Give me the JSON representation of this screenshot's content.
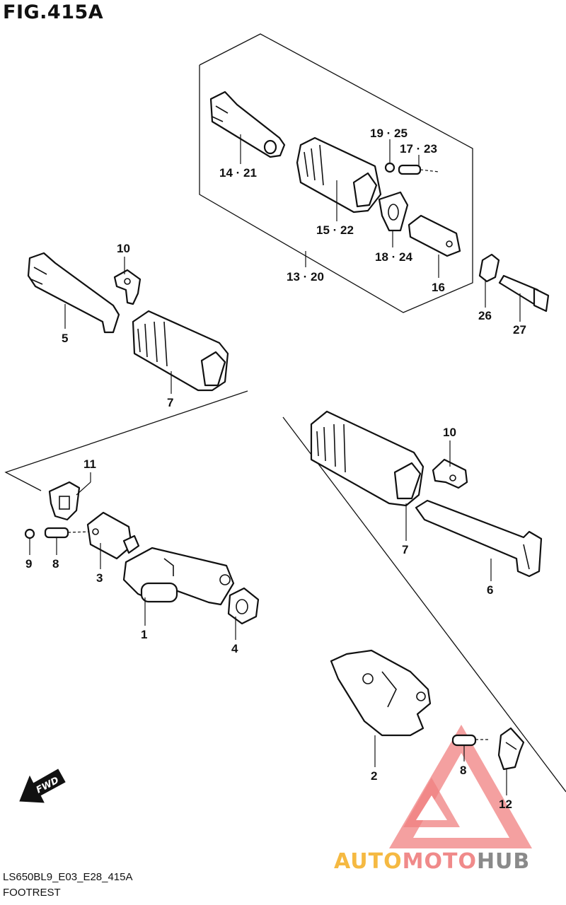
{
  "figure": {
    "title": "FIG.415A",
    "model_code": "LS650BL9_E03_E28_415A",
    "section_name": "FOOTREST"
  },
  "fwd_arrow": {
    "label": "FWD"
  },
  "callouts": {
    "c14_21": "14 · 21",
    "c15_22": "15 · 22",
    "c19_25": "19 · 25",
    "c17_23": "17 · 23",
    "c18_24": "18 · 24",
    "c13_20": "13 · 20",
    "c16": "16",
    "c26": "26",
    "c27": "27",
    "c10_left": "10",
    "c5": "5",
    "c7_left": "7",
    "c11": "11",
    "c9": "9",
    "c8_left": "8",
    "c3": "3",
    "c1": "1",
    "c4": "4",
    "c10_right": "10",
    "c7_right": "7",
    "c6": "6",
    "c2": "2",
    "c8_right": "8",
    "c12": "12"
  },
  "watermark": {
    "part1": "AUTO",
    "part2": "MOTO",
    "part3": "HUB",
    "colors": {
      "auto": "#f5b942",
      "moto": "#f08a8a",
      "hub": "#8a8a8a",
      "logo": "#ee6b6b"
    }
  }
}
